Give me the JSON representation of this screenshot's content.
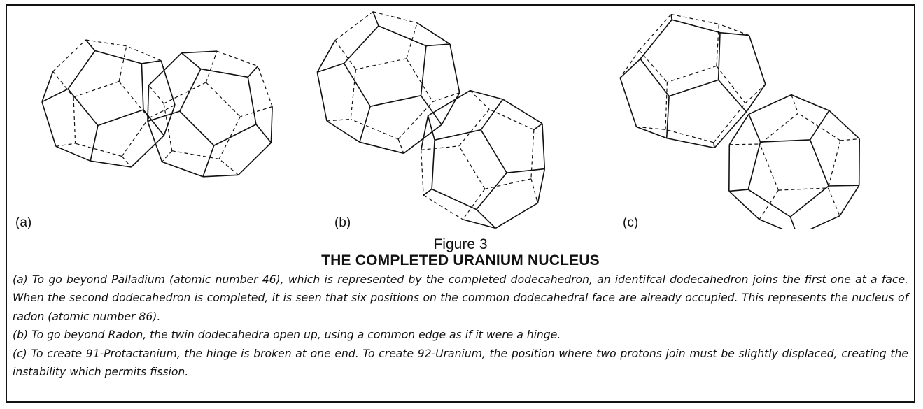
{
  "panels": [
    {
      "label": "(a)"
    },
    {
      "label": "(b)"
    },
    {
      "label": "(c)"
    }
  ],
  "figure": {
    "number": "Figure 3",
    "title": "THE COMPLETED URANIUM NUCLEUS"
  },
  "caption": {
    "a": "(a) To go beyond Palladium (atomic number 46), which is represented by the completed dodecahedron, an identifcal dodecahedron joins the first one at a face. When the second dodecahedron is completed, it is seen that six positions on the common dodecahedral face are already occupied. This represents the nucleus of radon (atomic number 86).",
    "b": "(b) To go beyond Radon, the twin dodecahedra open up, using a common edge as if it were a hinge.",
    "c": "(c) To create 91-Protactanium, the hinge is broken at one end. To create 92-Uranium, the position where two protons join must be slightly displaced, creating the instability which permits fission."
  },
  "colors": {
    "line": "#111111",
    "frame": "#111111",
    "background": "#ffffff"
  }
}
